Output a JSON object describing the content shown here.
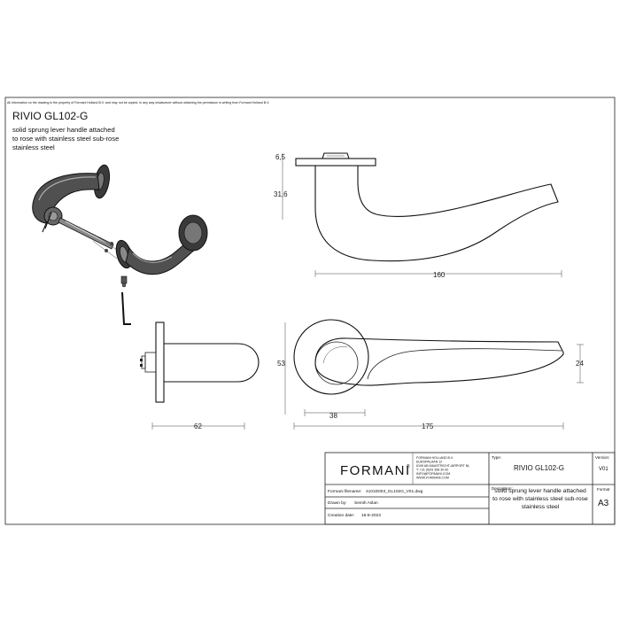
{
  "notice": "All information on the drawing is the property of Formani Holland B.V. and may not be copied, in any way whatsoever without obtaining the permission in writing from Formani Holland B.V.",
  "title": "RIVIO GL102-G",
  "description_lines": [
    "solid sprung lever handle attached",
    "to rose with stainless steel sub-rose",
    "stainless steel"
  ],
  "dimensions": {
    "rose_thickness": "6,5",
    "height": "31,6",
    "lever_length": "160",
    "projection": "53",
    "lever_width": "24",
    "rose_diameter": "38",
    "total_length": "175",
    "side_depth": "62"
  },
  "title_block": {
    "brand": "FORMANI",
    "brand_mark": "®",
    "company_lines": [
      "FORMANI HOLLAND B.V.",
      "EUROPALAAN 12",
      "6199 AB MAASTRICHT-AIRPORT NL",
      "T: +31 (0)43 358 30 00",
      "INFO@FORMANI.COM",
      "WWW.FORMANI.COM"
    ],
    "type_label": "Type:",
    "type_value": "RIVIO GL102-G",
    "version_label": "Version:",
    "version_value": "V01",
    "filename_label": "Formani filename:",
    "filename_value": "4101D003_GL102G_V01.dwg",
    "description_label": "Description:",
    "description_lines": [
      "solid sprung lever handle attached",
      "to rose with stainless steel sub-rose",
      "stainless steel"
    ],
    "drawn_by_label": "Drawn by:",
    "drawn_by_value": "Semih Aslan",
    "creation_date_label": "Creation date:",
    "creation_date_value": "16-8-2023",
    "format_label": "Format",
    "format_value": "A3"
  }
}
